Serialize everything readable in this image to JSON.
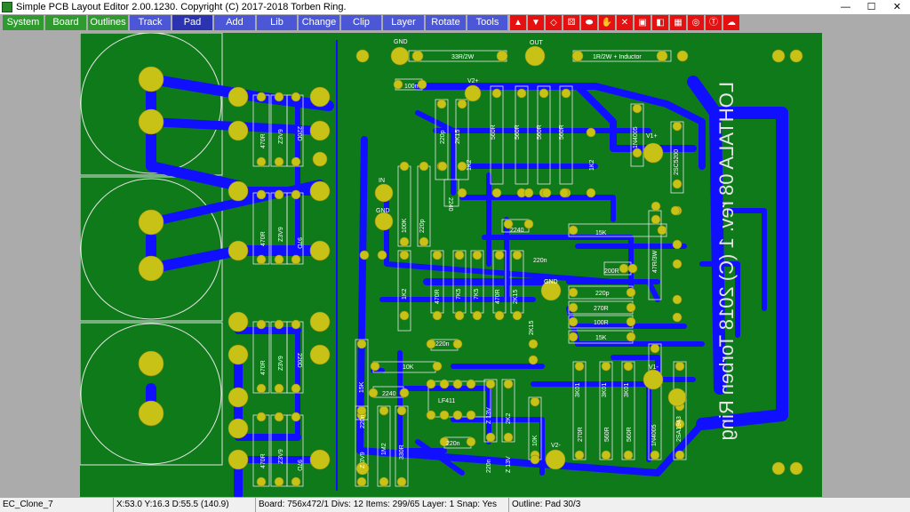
{
  "window": {
    "title": "Simple PCB Layout Editor 2.00.1230.  Copyright (C) 2017-2018 Torben Ring.",
    "minimize": "—",
    "maximize": "☐",
    "close": "✕"
  },
  "toolbar": {
    "system": "System",
    "board": "Board",
    "outlines": "Outlines",
    "track": "Track",
    "pad": "Pad",
    "add": "Add",
    "lib": "Lib",
    "change": "Change",
    "clip": "Clip",
    "layer": "Layer",
    "rotate": "Rotate",
    "tools": "Tools"
  },
  "icon_tools": [
    "triangle-up-icon",
    "triangle-down-icon",
    "diamond-icon",
    "dice-icon",
    "pill-icon",
    "hand-icon",
    "cross-icon",
    "square-pad-icon",
    "half-pad-icon",
    "grid-icon",
    "circle-target-icon",
    "t-circle-icon",
    "cloud-icon"
  ],
  "board": {
    "mirrored_text": "LOHTALA 08 rev. 1 (C) 2018 Torben Ring",
    "labels": {
      "gnd1": "GND",
      "r33": "33R/2W",
      "out": "OUT",
      "inductor": "1R/2W + Inductor",
      "c100n": "100n",
      "v2p": "V2+",
      "r220p_a": "220p",
      "r2k15_a": "2K15",
      "r560a": "560R",
      "r560b": "560R",
      "r560c": "560R",
      "r560d": "560R",
      "d1n4005a": "1N4005",
      "v1p": "V1+",
      "t2sc5200": "2SC5200",
      "r1k2a": "1K2",
      "r1k2b": "1K2",
      "in": "IN",
      "r100k": "100K",
      "c220p_b": "220p",
      "q2240a": "2240",
      "gnd2": "GND",
      "q2240b": "2240",
      "r15ka": "15K",
      "r47r": "47R/3W",
      "r200r": "200R",
      "c220n_a": "220n",
      "gnd3": "GND",
      "r1k2c": "1K2",
      "r470": "470R",
      "r7k5a": "7K5",
      "r7k5b": "7K5",
      "r470b": "470R",
      "r2k15b": "2K15",
      "c220p_c": "220p",
      "r270a": "270R",
      "r100r": "100R",
      "r15kb": "15K",
      "r2k15c": "2K15",
      "c220n_b": "220n",
      "r15kc": "15K",
      "r10ka": "10K",
      "q2240c": "2240",
      "lf411": "LF411",
      "r2k2": "2K2",
      "c220n_c": "220n",
      "v1m": "V1-",
      "t2sa1943": "2SA1943",
      "d1n4005b": "1N4005",
      "r10kb": "10K",
      "v2m": "V2-",
      "r270b": "270R",
      "r560e": "560R",
      "r560f": "560R",
      "r330": "330R",
      "r1m2": "1M2",
      "zz3v9": "Z 3V9",
      "c220n_d": "220n",
      "c220n_e": "220n",
      "r3k01a": "3K01",
      "r3k01b": "3K01",
      "r3k01c": "3K01",
      "r13v": "Z 13V",
      "r13vb": "Z 13V",
      "l_470a": "470R",
      "l_z3v9a": "Z3V9",
      "l_220d": "220D",
      "l_470b": "470R",
      "l_z3v9b": "Z3V9",
      "l_97d": "97D",
      "l_470c": "470R",
      "l_z3v9c": "Z3V9",
      "l_220dc": "220D",
      "l_470d": "470R",
      "l_z3v9d": "Z3V9",
      "l_97db": "97D"
    },
    "colors": {
      "substrate": "#0f7a1a",
      "track": "#1010ff",
      "pad": "#c8c217",
      "outline": "#e6e6e6"
    }
  },
  "status": {
    "component": "EC_Clone_7",
    "coords": "X:53.0  Y:16.3  D:55.5 (140.9)",
    "board": "Board: 756x472/1  Divs: 12  Items: 299/65  Layer: 1  Snap: Yes",
    "outline": "Outline: Pad 30/3"
  }
}
